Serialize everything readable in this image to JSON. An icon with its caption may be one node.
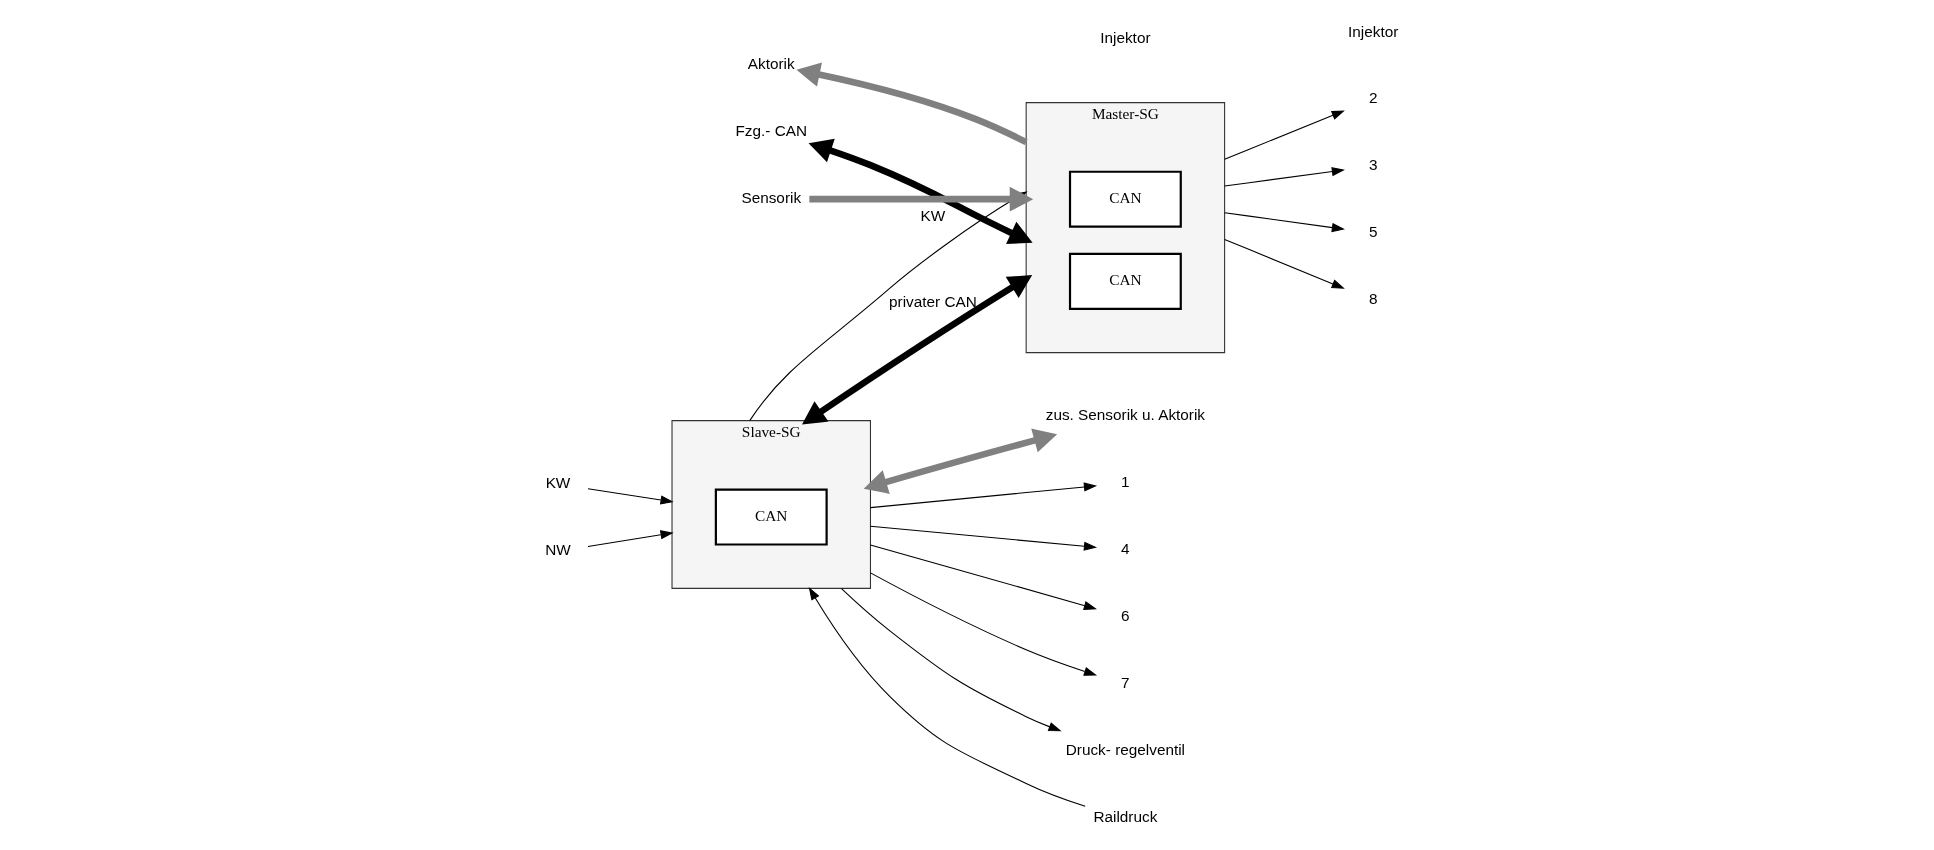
{
  "diagram": {
    "nodes": [
      {
        "text": [
          "Master-SG"
        ]
      },
      {
        "text": [
          "CAN"
        ],
        "in": 0
      },
      {
        "text": [
          "CAN"
        ],
        "in": 0
      },
      {
        "text": [
          "Slave-SG"
        ]
      },
      {
        "text": [
          "CAN"
        ],
        "in": 3
      },
      {
        "text": [
          "Sensorik"
        ]
      },
      {
        "text": [
          "Aktorik"
        ]
      },
      {
        "text": [
          "2"
        ]
      },
      {
        "text": [
          "3"
        ]
      },
      {
        "text": [
          "5"
        ]
      },
      {
        "text": [
          "8"
        ]
      },
      {
        "text": [
          "zus. Sensorik u. Aktorik"
        ]
      },
      {
        "text": [
          "1"
        ]
      },
      {
        "text": [
          "4"
        ]
      },
      {
        "text": [
          "6"
        ]
      },
      {
        "text": [
          "7"
        ]
      },
      {
        "text": [
          "Druck- regelventil"
        ]
      },
      {
        "text": [
          "Raildruck"
        ]
      },
      {
        "text": [
          "Fzg.- CAN"
        ]
      },
      {
        "text": [
          "KW"
        ]
      },
      {
        "text": [
          "NW"
        ]
      }
    ],
    "edges": [
      {
        "from": 5,
        "to": 0,
        "arrow": "to",
        "style": "thick",
        "color": "#808080"
      },
      {
        "from": 0,
        "to": 6,
        "arrow": "to",
        "style": "thick",
        "color": "#808080"
      },
      {
        "from": 0,
        "to": 7,
        "arrow": "to"
      },
      {
        "from": 0,
        "to": 8,
        "arrow": "to"
      },
      {
        "from": 0,
        "to": 9,
        "arrow": "to"
      },
      {
        "from": 0,
        "to": 10,
        "arrow": "to"
      },
      {
        "from": 3,
        "to": 11,
        "arrow": "both",
        "style": "thick",
        "color": "#808080"
      },
      {
        "from": 3,
        "to": 12,
        "arrow": "to"
      },
      {
        "from": 3,
        "to": 13,
        "arrow": "to"
      },
      {
        "from": 3,
        "to": 14,
        "arrow": "to"
      },
      {
        "from": 3,
        "to": 15,
        "arrow": "to"
      },
      {
        "from": 3,
        "to": 16,
        "arrow": "to"
      },
      {
        "from": 17,
        "to": 3,
        "arrow": "to"
      },
      {
        "from": 3,
        "to": 0,
        "arrow": "to",
        "label": "KW"
      },
      {
        "from": 0,
        "to": 3,
        "arrow": "both",
        "label": "privater CAN",
        "style": "thick"
      },
      {
        "from": 0,
        "to": 18,
        "arrow": "both",
        "style": "thick"
      },
      {
        "from": 19,
        "to": 3,
        "arrow": "to"
      },
      {
        "from": 20,
        "to": 3,
        "arrow": "to"
      }
    ],
    "labels": [
      "Injektor",
      "Injektor"
    ]
  }
}
